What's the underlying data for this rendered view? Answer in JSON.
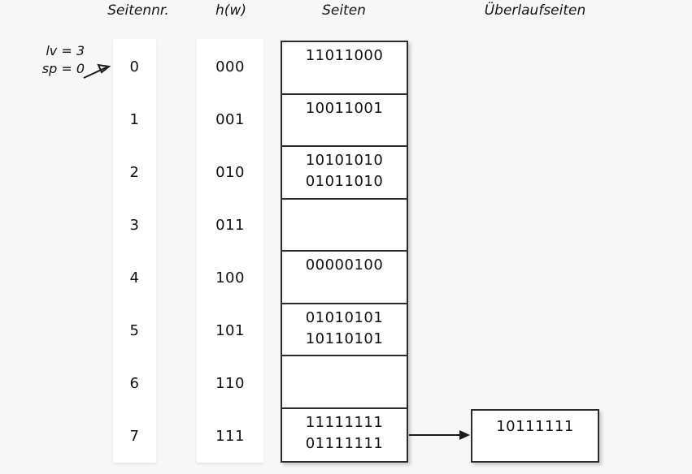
{
  "header": {
    "seitennr": "Seitennr.",
    "hw": "h(w)",
    "seiten": "Seiten",
    "ueberlaufseiten": "Überlaufseiten"
  },
  "annotation": {
    "line1": "lv = 3",
    "line2": "sp = 0"
  },
  "rows": [
    {
      "nr": "0",
      "hw": "000",
      "values": [
        "11011000"
      ]
    },
    {
      "nr": "1",
      "hw": "001",
      "values": [
        "10011001"
      ]
    },
    {
      "nr": "2",
      "hw": "010",
      "values": [
        "10101010",
        "01011010"
      ]
    },
    {
      "nr": "3",
      "hw": "011",
      "values": []
    },
    {
      "nr": "4",
      "hw": "100",
      "values": [
        "00000100"
      ]
    },
    {
      "nr": "5",
      "hw": "101",
      "values": [
        "01010101",
        "10110101"
      ]
    },
    {
      "nr": "6",
      "hw": "110",
      "values": []
    },
    {
      "nr": "7",
      "hw": "111",
      "values": [
        "11111111",
        "01111111"
      ]
    }
  ],
  "overflow": {
    "for_row": "7",
    "values": [
      "10111111"
    ]
  },
  "colors": {
    "background": "#f7f7f7",
    "box_fill": "#ffffff",
    "line": "#2b2b2b",
    "text": "#111111"
  }
}
